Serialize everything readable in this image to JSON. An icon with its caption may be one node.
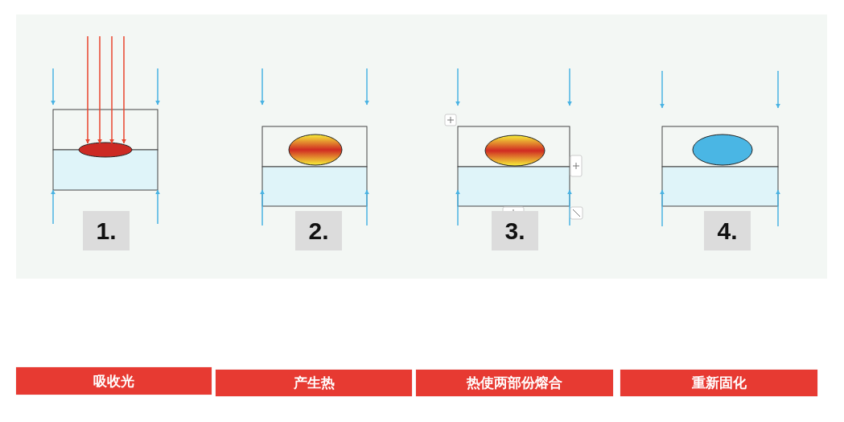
{
  "diagram": {
    "nodes": [
      {
        "text": [
          "1."
        ]
      },
      {
        "text": [
          "2."
        ]
      },
      {
        "text": [
          "3."
        ]
      },
      {
        "text": [
          "4."
        ]
      },
      {
        "text": [
          "吸收光"
        ]
      },
      {
        "text": [
          "产生热"
        ]
      },
      {
        "text": [
          "热使两部份熔合"
        ]
      },
      {
        "text": [
          "重新固化"
        ]
      }
    ]
  }
}
